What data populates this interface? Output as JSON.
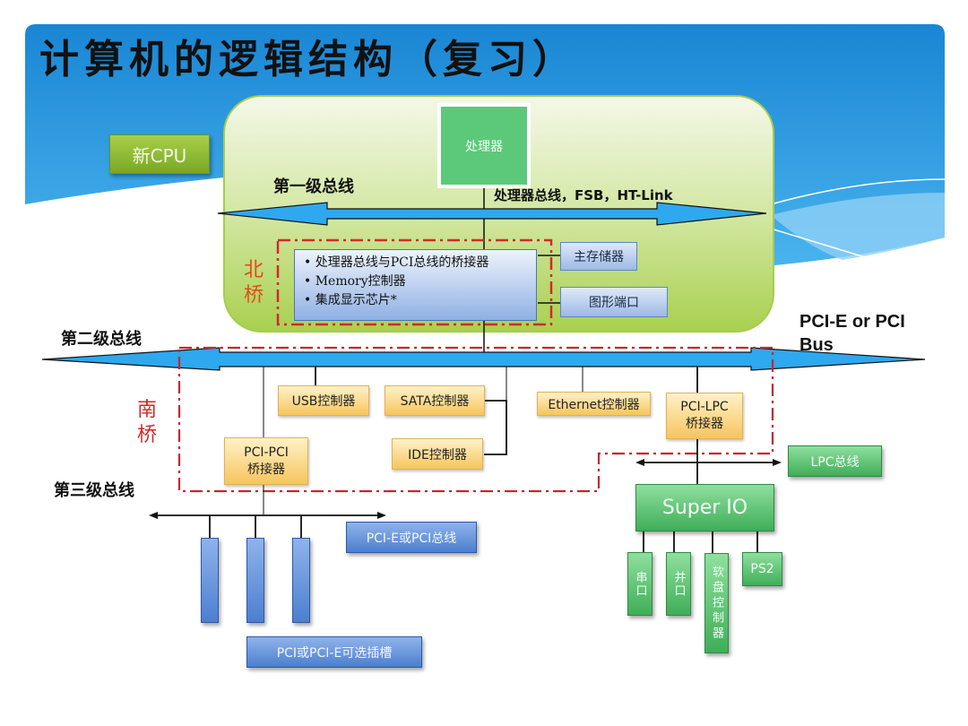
{
  "title": "计算机的逻辑结构（复习）",
  "new_cpu_label": "新CPU",
  "processor_label": "处理器",
  "level1_bus": {
    "label": "第一级总线",
    "desc": "处理器总线，FSB，HT-Link"
  },
  "north_bridge": {
    "label": "北桥",
    "items": [
      "处理器总线与PCI总线的桥接器",
      "Memory控制器",
      "集成显示芯片*"
    ],
    "main_memory": "主存储器",
    "graphics_port": "图形端口"
  },
  "level2_bus": {
    "label": "第二级总线",
    "desc": "PCI-E or PCI Bus"
  },
  "south_bridge": {
    "label": "南桥",
    "usb": "USB控制器",
    "sata": "SATA控制器",
    "ide": "IDE控制器",
    "ethernet": "Ethernet控制器",
    "pci_lpc": "PCI-LPC 桥接器",
    "pci_pci": "PCI-PCI 桥接器"
  },
  "level3_bus": {
    "label": "第三级总线",
    "desc": "PCI-E或PCI总线",
    "slots_label": "PCI或PCI-E可选插槽"
  },
  "lpc": {
    "bus_label": "LPC总线",
    "super_io": "Super IO",
    "ports": [
      "串口",
      "并口",
      "软盘控制器",
      "PS2"
    ]
  },
  "colors": {
    "header_blue": "#1e8fd8",
    "north_panel": "#c7e08a",
    "bus_arrow": "#2ea8ee",
    "bridge_dash": "#d02a2a",
    "orange_box": "#f6c55d",
    "green_box": "#3fae58",
    "blue_box": "#4c7fd0"
  }
}
